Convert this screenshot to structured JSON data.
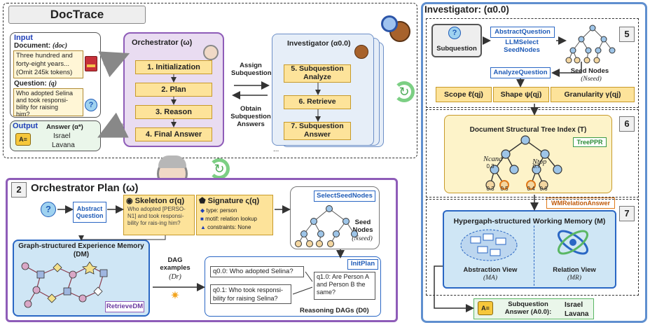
{
  "doctrace": {
    "title": "DocTrace",
    "input": {
      "header": "Input",
      "doc_label": "Document: ",
      "doc_symbol": "(doc)",
      "doc_text_1": "Three hundred and",
      "doc_text_2": "forty-eight years...",
      "doc_text_3": "(Omit 245k tokens)",
      "question_label": "Question: ",
      "question_symbol": "(q)",
      "question_text_1": "Who adopted Selina",
      "question_text_2": "and took responsi-",
      "question_text_3": "bility for raising",
      "question_text_4": "him?"
    },
    "output": {
      "header": "Output",
      "answer_label": "Answer (α*)",
      "answer_1": "Israel",
      "answer_2": "Lavana"
    },
    "orchestrator": {
      "title": "Orchestrator (ω)",
      "steps": [
        "1. Initialization",
        "2. Plan",
        "3. Reason",
        "4. Final Answer"
      ]
    },
    "exchange": {
      "assign": "Assign Subquestions",
      "obtain": "Obtain Subquestion Answers"
    },
    "investigator_mini": {
      "title": "Investigator (α0.0)",
      "steps": [
        "5. Subquestion Analyze",
        "6. Retrieve",
        "7. Subquestion Answer"
      ],
      "ellipsis": "..."
    }
  },
  "plan": {
    "number": "2",
    "title": "Orchestrator Plan (ω)",
    "abstract_question": "Abstract Question",
    "skeleton_title": "Skeleton σ(q)",
    "skeleton_text": "Who adopted [PERSO-N1] and took responsi-bility for rais-ing him?",
    "signature_title": "Signature ς(q)",
    "signature_items": [
      "type: person",
      "motif: relation lookup",
      "constraints: None"
    ],
    "select_seed_nodes": "SelectSeedNodes",
    "seed_nodes_label": "Seed Nodes",
    "seed_nodes_symbol": "(Nseed)",
    "memory_title": "Graph-structured Experience Memory (DM)",
    "retrieve_dm": "RetrieveDM",
    "dag_examples": "DAG examples",
    "dag_symbol": "(Dr)",
    "init_plan": "InitPlan",
    "q00": "q0.0: Who adopted Selina?",
    "q01": "q0.1: Who took responsi-bility for raising Selina?",
    "q10": "q1.0: Are Person A and Person B the same?",
    "reasoning_dags": "Reasoning DAGs (D0)"
  },
  "investigator": {
    "title": "Investigator: (α0.0)",
    "panel5": {
      "number": "5",
      "subquestion": "Subquestion",
      "abstract_question": "AbstractQuestion",
      "llm_select": "LLMSelect SeedNodes",
      "seed_nodes": "Seed Nodes",
      "seed_symbol": "(Nseed)",
      "analyze": "AnalyzeQuestion",
      "scope": "Scope ℓ(qj)",
      "shape": "Shape ψ(qj)",
      "granularity": "Granularity γ(qj)"
    },
    "panel6": {
      "number": "6",
      "title": "Document Structural Tree Index (T)",
      "tree_ppr": "TreePPR",
      "n_cand": "Ncand",
      "n_top": "Ntop",
      "scores": [
        "0.3",
        "0.3",
        "0.5",
        "0.7",
        "0.4",
        "0.6"
      ],
      "wm_relation": "WMRelationAnswer"
    },
    "panel7": {
      "number": "7",
      "title": "Hypergaph-structured Working Memory (M)",
      "abstraction_view": "Abstraction View",
      "abstraction_symbol": "(MA)",
      "relation_view": "Relation View",
      "relation_symbol": "(MR)"
    },
    "subanswer": {
      "label": "Subquestion Answer (A0.0):",
      "answer_1": "Israel",
      "answer_2": "Lavana"
    }
  },
  "colors": {
    "purple": "#8e5cb8",
    "purple_fill": "#e9dcf1",
    "blue": "#2a67c4",
    "yellow": "#fde39a",
    "light_blue": "#cfe6f5",
    "green": "#5ab764"
  }
}
